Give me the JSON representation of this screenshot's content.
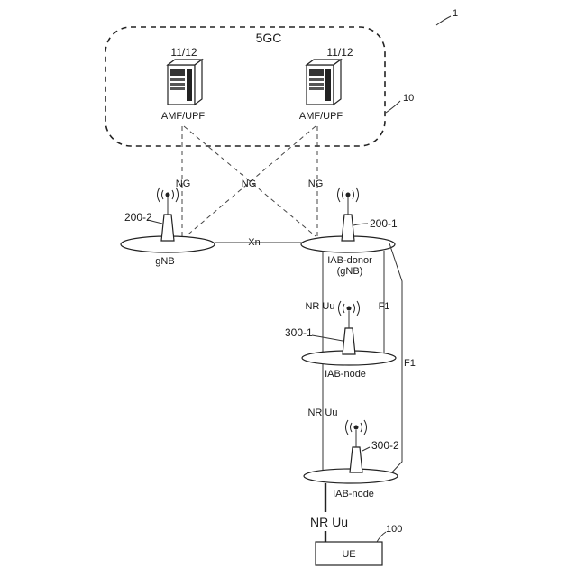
{
  "figure": {
    "ref_number": "1",
    "core": {
      "title": "5GC",
      "ref": "10"
    },
    "servers": [
      {
        "number": "11/12",
        "label": "AMF/UPF"
      },
      {
        "number": "11/12",
        "label": "AMF/UPF"
      }
    ],
    "interfaces": {
      "ng_left": "NG",
      "ng_center": "NG",
      "ng_right": "NG",
      "xn": "Xn",
      "nr_uu_upper": "NR Uu",
      "nr_uu_lower": "NR Uu",
      "nr_uu_ue": "NR Uu",
      "f1_inner": "F1",
      "f1_outer": "F1"
    },
    "nodes": {
      "gnb": {
        "ref": "200-2",
        "label": "gNB"
      },
      "donor": {
        "ref": "200-1",
        "label_line1": "IAB-donor",
        "label_line2": "(gNB)"
      },
      "iab1": {
        "ref": "300-1",
        "label": "IAB-node"
      },
      "iab2": {
        "ref": "300-2",
        "label": "IAB-node"
      }
    },
    "ue": {
      "label": "UE",
      "ref": "100"
    }
  }
}
